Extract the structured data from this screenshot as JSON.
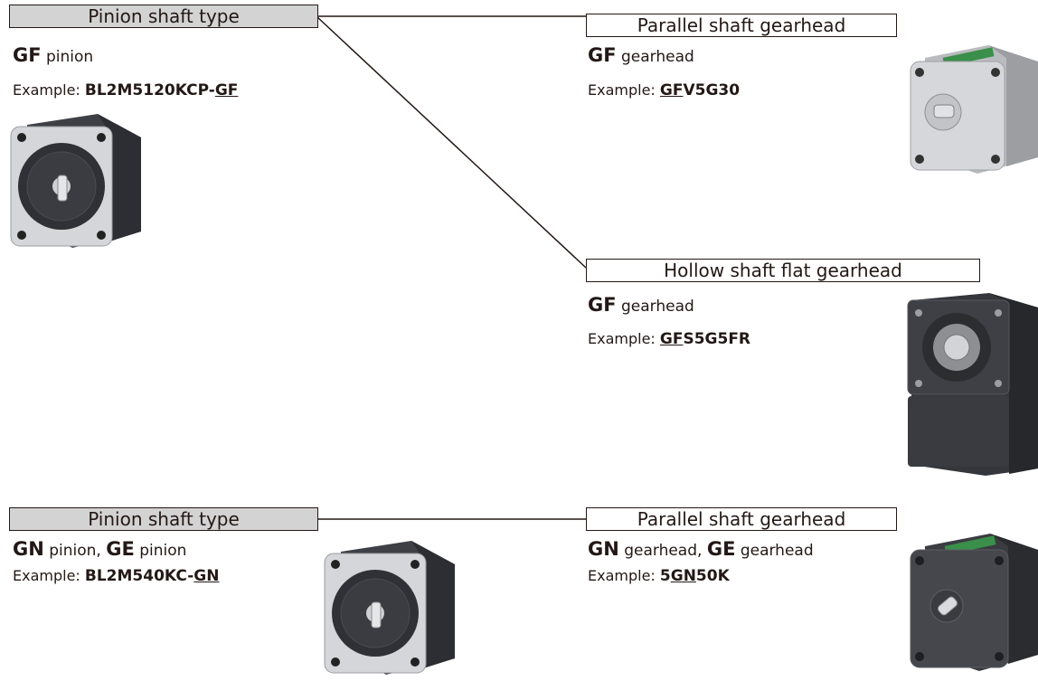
{
  "groups": [
    {
      "pinion": {
        "title": "Pinion shaft type",
        "type_a": "GF",
        "type_a_suffix": " pinion",
        "example_label": "Example: ",
        "example_pre": "BL2M5120KCP-",
        "example_u": "GF",
        "example_post": ""
      },
      "gearheads": [
        {
          "title": "Parallel shaft gearhead",
          "type_a": "GF",
          "type_a_suffix": " gearhead",
          "example_label": "Example: ",
          "example_pre": "",
          "example_u": "GF",
          "example_post": "V5G30"
        },
        {
          "title": "Hollow shaft flat gearhead",
          "type_a": "GF",
          "type_a_suffix": " gearhead",
          "example_label": "Example: ",
          "example_pre": "",
          "example_u": "GF",
          "example_post": "S5G5FR"
        }
      ]
    },
    {
      "pinion": {
        "title": "Pinion shaft type",
        "type_a": "GN",
        "type_a_suffix": " pinion, ",
        "type_b": "GE",
        "type_b_suffix": " pinion",
        "example_label": "Example: ",
        "example_pre": "BL2M540KC-",
        "example_u": "GN",
        "example_post": ""
      },
      "gearheads": [
        {
          "title": "Parallel shaft gearhead",
          "type_a": "GN",
          "type_a_suffix": " gearhead, ",
          "type_b": "GE",
          "type_b_suffix": " gearhead",
          "example_label": "Example: ",
          "example_pre": "5",
          "example_u": "GN",
          "example_post": "50K"
        }
      ]
    }
  ]
}
